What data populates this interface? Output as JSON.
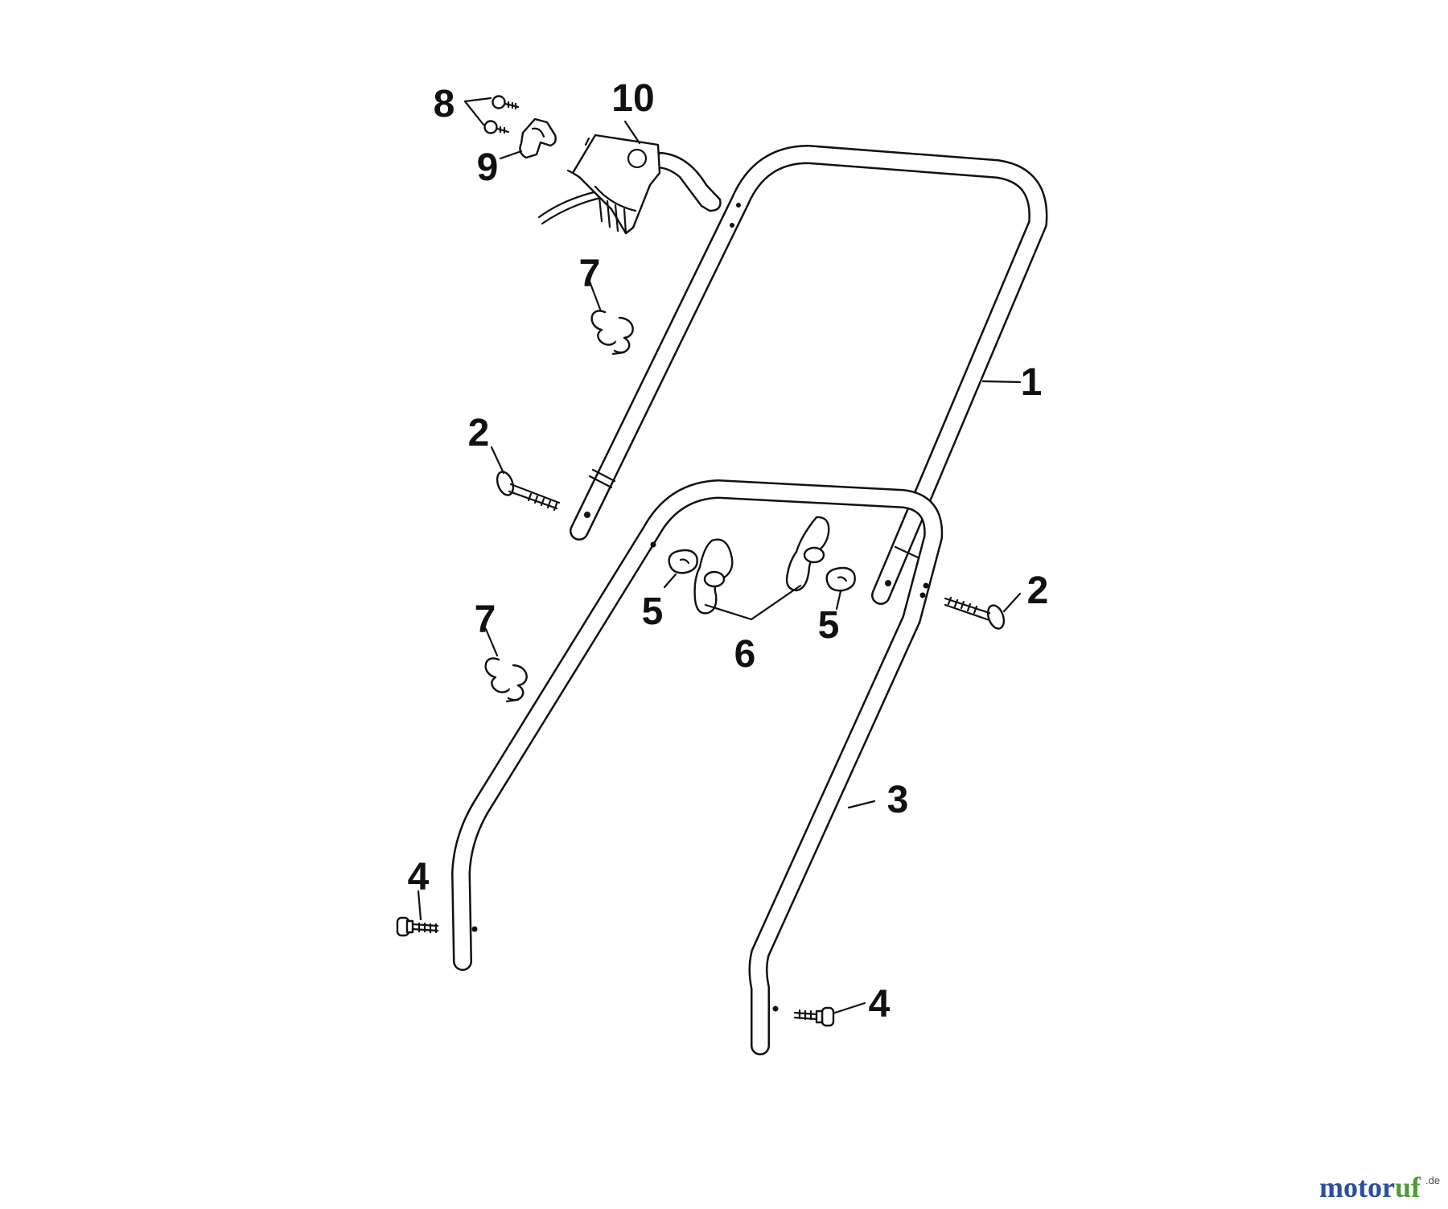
{
  "callouts": {
    "handle_upper": "1",
    "bolt_left": "2",
    "bolt_right": "2",
    "handle_lower": "3",
    "screw_left": "4",
    "screw_right": "4",
    "washer_left": "5",
    "washer_right": "5",
    "wing_knobs": "6",
    "cable_clip_upper": "7",
    "cable_clip_lower": "7",
    "switch_screws": "8",
    "cable_holder": "9",
    "switch_box": "10"
  },
  "watermark": {
    "text_blue": "motor",
    "text_green": "uf",
    "suffix": ".de",
    "colors": {
      "blue": "#2b4f9e",
      "green": "#4e9a3a"
    }
  }
}
